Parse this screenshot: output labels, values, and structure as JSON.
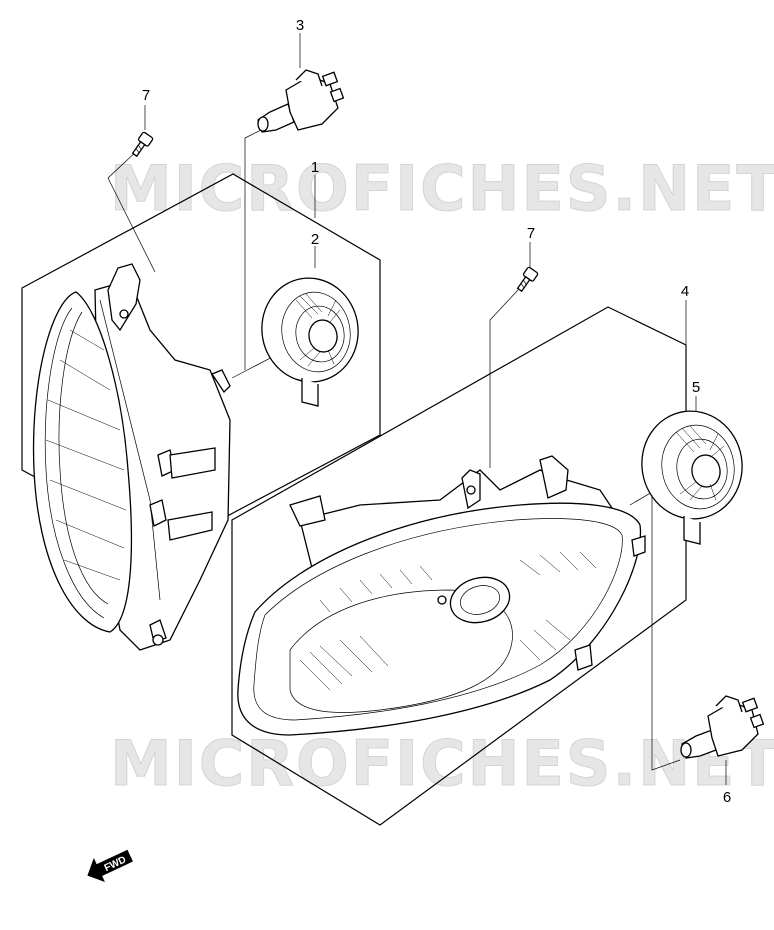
{
  "watermark": {
    "text_top": "MICROFICHES.NET",
    "text_bottom": "MICROFICHES.NET",
    "color": "#e6e6e6"
  },
  "callouts": {
    "headlamp_left": "1",
    "socket_left": "2",
    "bulb_top": "3",
    "headlamp_right": "4",
    "socket_right": "5",
    "bulb_bottom": "6",
    "screw_left": "7",
    "screw_right": "7"
  },
  "direction_arrow": {
    "label": "FWD",
    "icon": "forward-arrow-icon"
  }
}
